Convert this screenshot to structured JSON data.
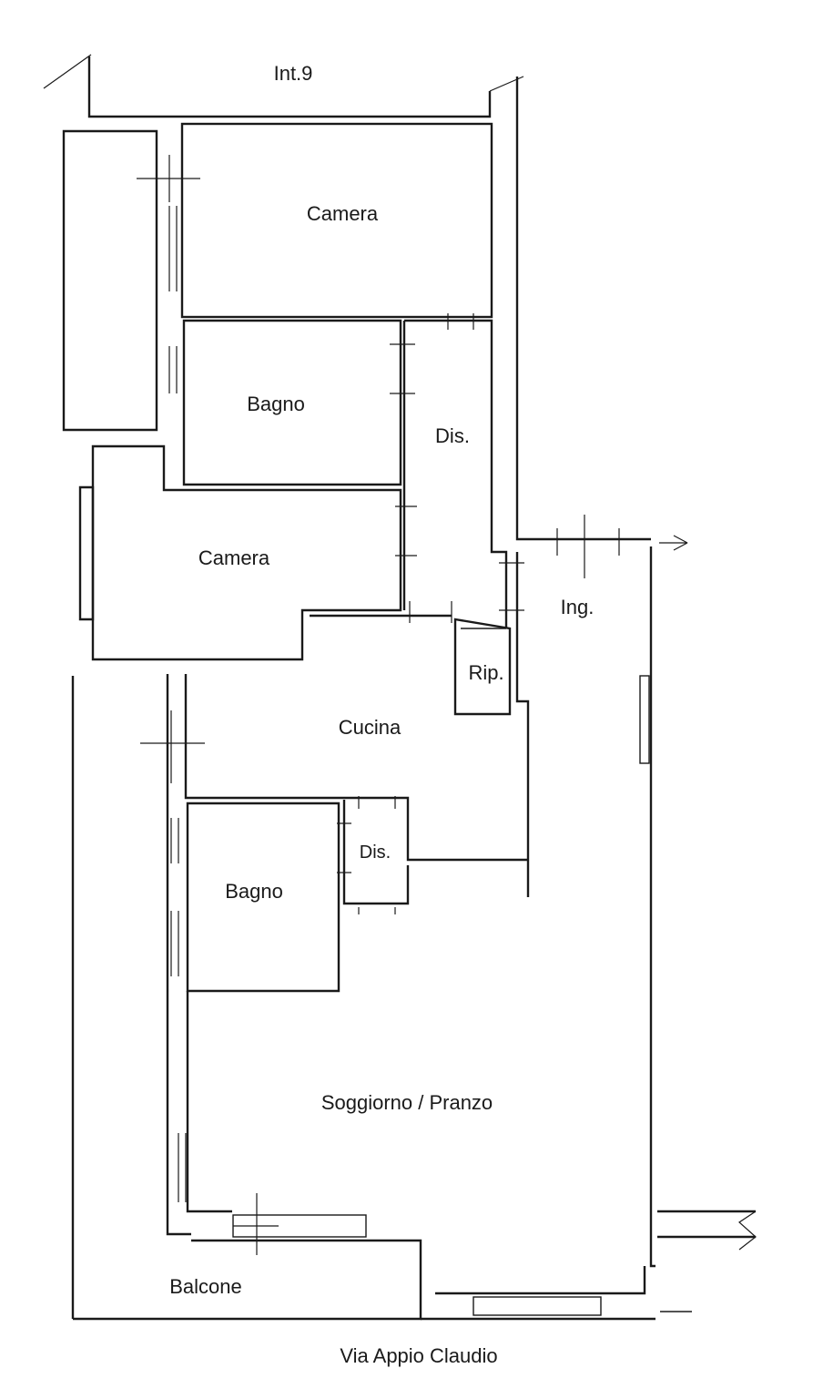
{
  "header": {
    "unit_label": "Int.9"
  },
  "rooms": [
    {
      "id": "camera-1",
      "label": "Camera"
    },
    {
      "id": "bagno-1",
      "label": "Bagno"
    },
    {
      "id": "dis-1",
      "label": "Dis."
    },
    {
      "id": "camera-2",
      "label": "Camera"
    },
    {
      "id": "ing",
      "label": "Ing."
    },
    {
      "id": "rip",
      "label": "Rip."
    },
    {
      "id": "cucina",
      "label": "Cucina"
    },
    {
      "id": "dis-2",
      "label": "Dis."
    },
    {
      "id": "bagno-2",
      "label": "Bagno"
    },
    {
      "id": "soggiorno",
      "label": "Soggiorno / Pranzo"
    },
    {
      "id": "balcone",
      "label": "Balcone"
    }
  ],
  "footer": {
    "street_label": "Via Appio Claudio"
  }
}
